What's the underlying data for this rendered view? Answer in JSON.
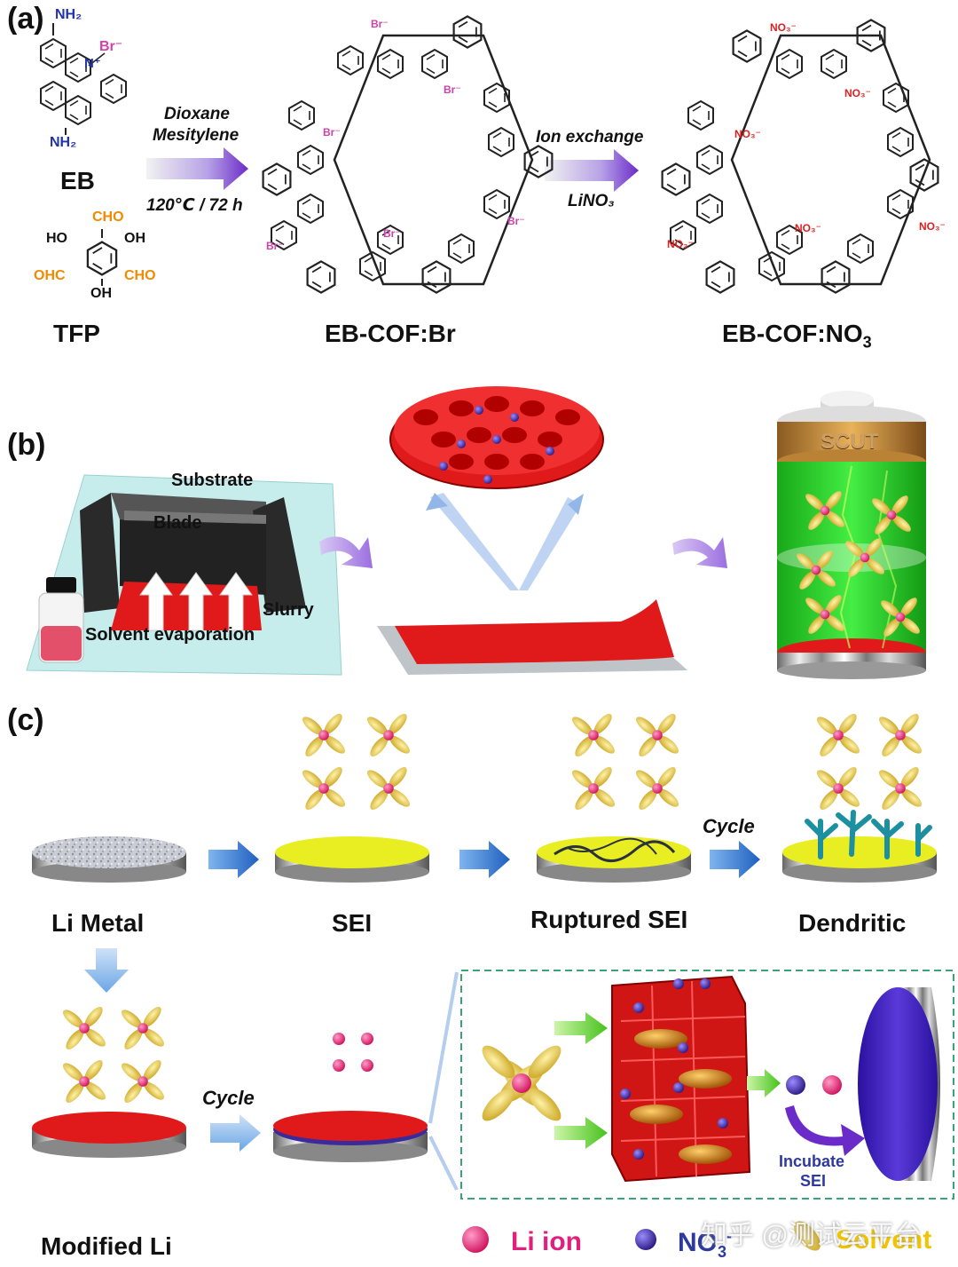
{
  "panels": {
    "a": "(a)",
    "b": "(b)",
    "c": "(c)"
  },
  "part_a": {
    "eb": {
      "name": "EB",
      "nh2_top": "NH₂",
      "nh2_bottom": "NH₂",
      "counterion": "Br⁻",
      "nplus": "N⁺"
    },
    "tfp": {
      "name": "TFP",
      "cho": "CHO",
      "ho": "HO",
      "oh": "OH",
      "ohc": "OHC",
      "cho2": "CHO",
      "oh_bottom": "OH"
    },
    "step1": {
      "solvent1": "Dioxane",
      "solvent2": "Mesitylene",
      "conditions": "120℃ / 72 h"
    },
    "cof_br": {
      "name": "EB-COF:Br",
      "ion": "Br⁻"
    },
    "step2": {
      "label": "Ion exchange",
      "reagent": "LiNO₃"
    },
    "cof_no3": {
      "name_prefix": "EB-COF:NO",
      "name_sub": "3",
      "ion": "NO₃⁻"
    }
  },
  "part_b": {
    "substrate": "Substrate",
    "blade": "Blade",
    "slurry": "Slurry",
    "evaporation": "Solvent evaporation",
    "battery_brand": "SCUT"
  },
  "part_c": {
    "li_metal": "Li Metal",
    "sei": "SEI",
    "ruptured_sei": "Ruptured SEI",
    "cycle": "Cycle",
    "dendritic": "Dendritic",
    "cycle2": "Cycle",
    "modified_li": "Modified Li",
    "incubate": "Incubate",
    "incubate_sei": "SEI"
  },
  "legend": {
    "li_ion": "Li ion",
    "no3_prefix": "NO",
    "no3_sub": "3",
    "no3_sup": "-",
    "solvent": "Solvent"
  },
  "watermark": "知乎 @测试云平台",
  "colors": {
    "cof_red": "#e01a1a",
    "li_ion": "#e0207a",
    "no3": "#3a2a9a",
    "sei_yellow": "#e8ee22",
    "battery_green": "#22cc22",
    "arrow_purple": "#7733cc",
    "dendrite": "#1c8fa0"
  }
}
